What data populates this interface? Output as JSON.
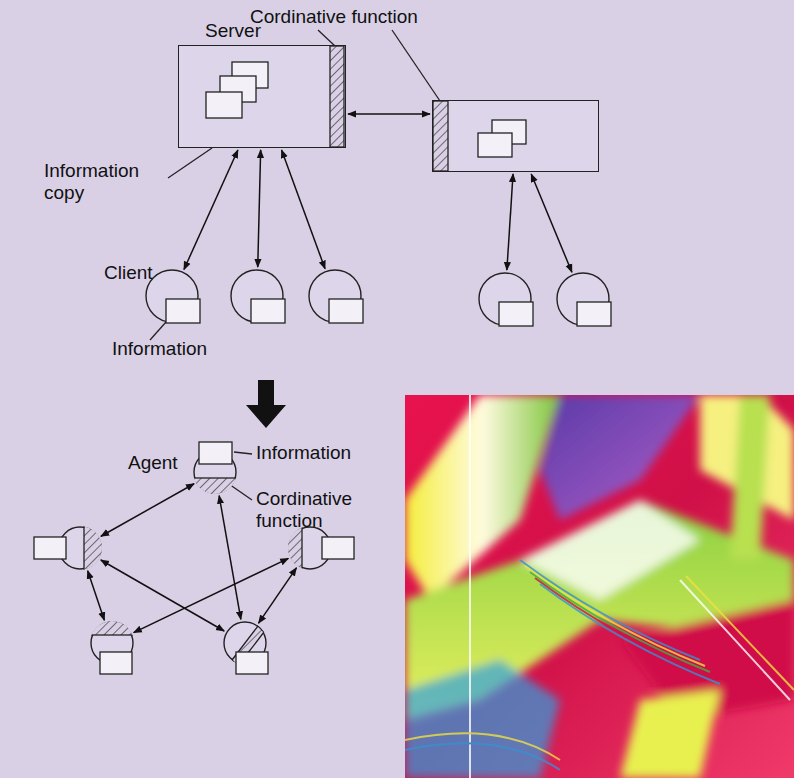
{
  "diagram": {
    "nodes": [
      {
        "text": [
          "Server"
        ]
      },
      {
        "text": []
      },
      {
        "text": []
      },
      {
        "text": []
      },
      {
        "text": []
      },
      {
        "text": []
      },
      {
        "text": []
      },
      {
        "text": []
      },
      {
        "text": []
      },
      {
        "text": []
      },
      {
        "text": []
      },
      {
        "text": []
      }
    ],
    "edges": [
      {
        "from": 0,
        "to": 1,
        "arrow": "both"
      },
      {
        "from": 0,
        "to": 2,
        "arrow": "both"
      },
      {
        "from": 0,
        "to": 3,
        "arrow": "both"
      },
      {
        "from": 0,
        "to": 4,
        "arrow": "both"
      },
      {
        "from": 1,
        "to": 5,
        "arrow": "both"
      },
      {
        "from": 1,
        "to": 6,
        "arrow": "both"
      },
      {
        "from": 7,
        "to": 8,
        "arrow": "both"
      },
      {
        "from": 7,
        "to": 11,
        "arrow": "both"
      },
      {
        "from": 8,
        "to": 11,
        "arrow": "both"
      },
      {
        "from": 9,
        "to": 10,
        "arrow": "both"
      },
      {
        "from": 8,
        "to": 10,
        "arrow": "both"
      },
      {
        "from": 9,
        "to": 11,
        "arrow": "both"
      }
    ],
    "labels": [
      "Cordinative function",
      "Information copy",
      "Client",
      "Information",
      "Agent",
      "Information",
      "Cordinative function"
    ]
  }
}
